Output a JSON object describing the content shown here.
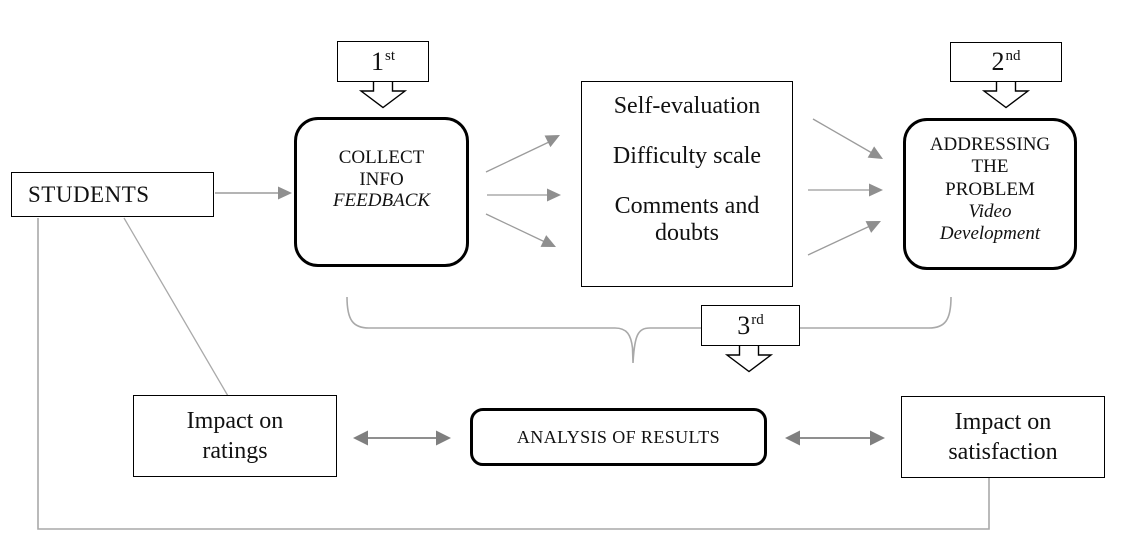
{
  "diagram": {
    "title_hint": "student feedback process flow",
    "colors": {
      "background": "#ffffff",
      "box_border": "#000000",
      "text": "#111111",
      "connector": "#a9a9a9",
      "arrow_shaft": "#9b9b9b",
      "arrow_head": "#8f8f8f",
      "double_arrow": "#7f7f7f"
    },
    "steps": [
      {
        "num": "1",
        "suffix": "st"
      },
      {
        "num": "2",
        "suffix": "nd"
      },
      {
        "num": "3",
        "suffix": "rd"
      }
    ],
    "nodes": {
      "students": {
        "label": "STUDENTS"
      },
      "collect": {
        "line1": "COLLECT",
        "line2": "INFO",
        "line3": "FEEDBACK"
      },
      "middle": {
        "item1": "Self-evaluation",
        "item2": "Difficulty scale",
        "item3": "Comments and doubts"
      },
      "addressing": {
        "line1": "ADDRESSING",
        "line2": "THE",
        "line3": "PROBLEM",
        "line4": "Video",
        "line5": "Development"
      },
      "analysis": {
        "label": "ANALYSIS OF RESULTS"
      },
      "ratings": {
        "line1": "Impact on",
        "line2": "ratings"
      },
      "satisfaction": {
        "line1": "Impact on",
        "line2": "satisfaction"
      }
    }
  }
}
